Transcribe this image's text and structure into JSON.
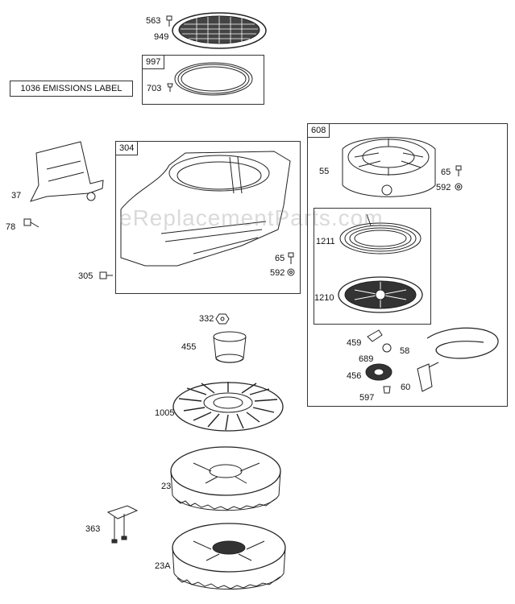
{
  "watermark": "eReplacementParts.com",
  "emissions_label": "1036 EMISSIONS LABEL",
  "boxes": {
    "b997": "997",
    "b304": "304",
    "b608": "608"
  },
  "labels": {
    "p563": "563",
    "p949": "949",
    "p703": "703",
    "p37": "37",
    "p78": "78",
    "p305": "305",
    "p65a": "65",
    "p592a": "592",
    "p55": "55",
    "p65b": "65",
    "p592b": "592",
    "p1211": "1211",
    "p1210": "1210",
    "p332": "332",
    "p455": "455",
    "p459": "459",
    "p58": "58",
    "p689": "689",
    "p456": "456",
    "p60": "60",
    "p597": "597",
    "p1005": "1005",
    "p23": "23",
    "p363": "363",
    "p23A": "23A"
  }
}
